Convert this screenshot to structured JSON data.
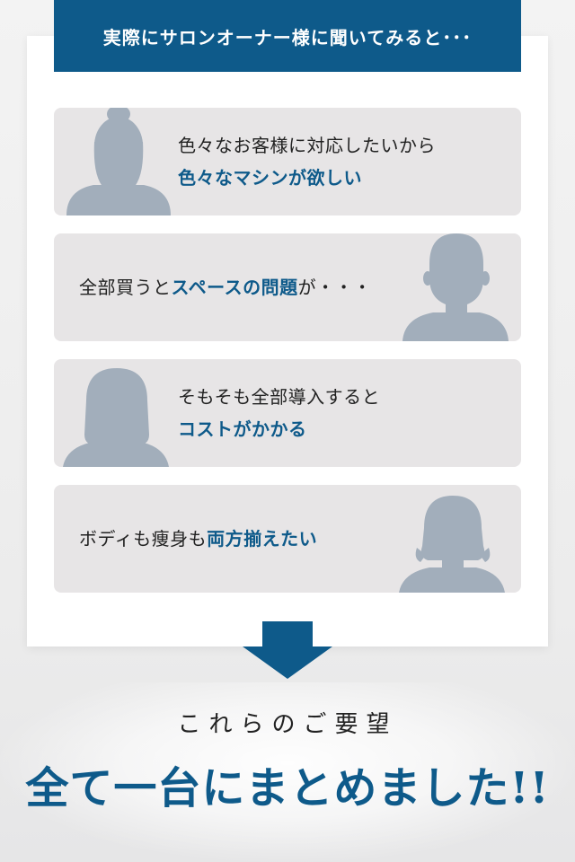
{
  "header": {
    "title": "実際にサロンオーナー様に聞いてみると･･･"
  },
  "voices": [
    {
      "line1": "色々なお客様に対応したいから",
      "line2_emphasis": "色々なマシンが欲しい"
    },
    {
      "prefix": "全部買うと",
      "emphasis": "スペースの問題",
      "suffix": "が・・・"
    },
    {
      "line1": "そもそも全部導入すると",
      "line2_emphasis": "コストがかかる"
    },
    {
      "prefix": "ボディも痩身も",
      "emphasis": "両方揃えたい"
    }
  ],
  "conclusion": {
    "subtitle": "これらのご要望",
    "title": "全て一台にまとめました!!"
  },
  "colors": {
    "accent": "#0e5a8a",
    "item_bg": "#e7e5e6",
    "silhouette": "#a2aebb",
    "text": "#222222"
  }
}
